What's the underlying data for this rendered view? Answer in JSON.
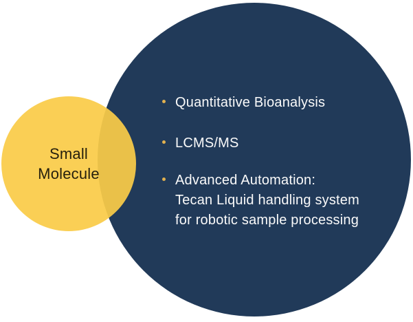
{
  "diagram": {
    "type": "venn",
    "background_color": "#FFFFFF",
    "small_circle": {
      "label": "Small Molecule",
      "fill": "#FACB48",
      "fill_opacity": "0.93",
      "overlap_fill": "#E4C04E",
      "text_color": "#251F0D"
    },
    "large_circle": {
      "fill": "#213A59",
      "text_color": "#FAFAFA",
      "bullet_color": "#E2B14F",
      "items": [
        {
          "lines": [
            "Quantitative Bioanalysis"
          ]
        },
        {
          "lines": [
            "LCMS/MS"
          ]
        },
        {
          "lines": [
            "Advanced Automation:",
            "Tecan Liquid handling system",
            "for robotic sample processing"
          ]
        }
      ]
    }
  }
}
